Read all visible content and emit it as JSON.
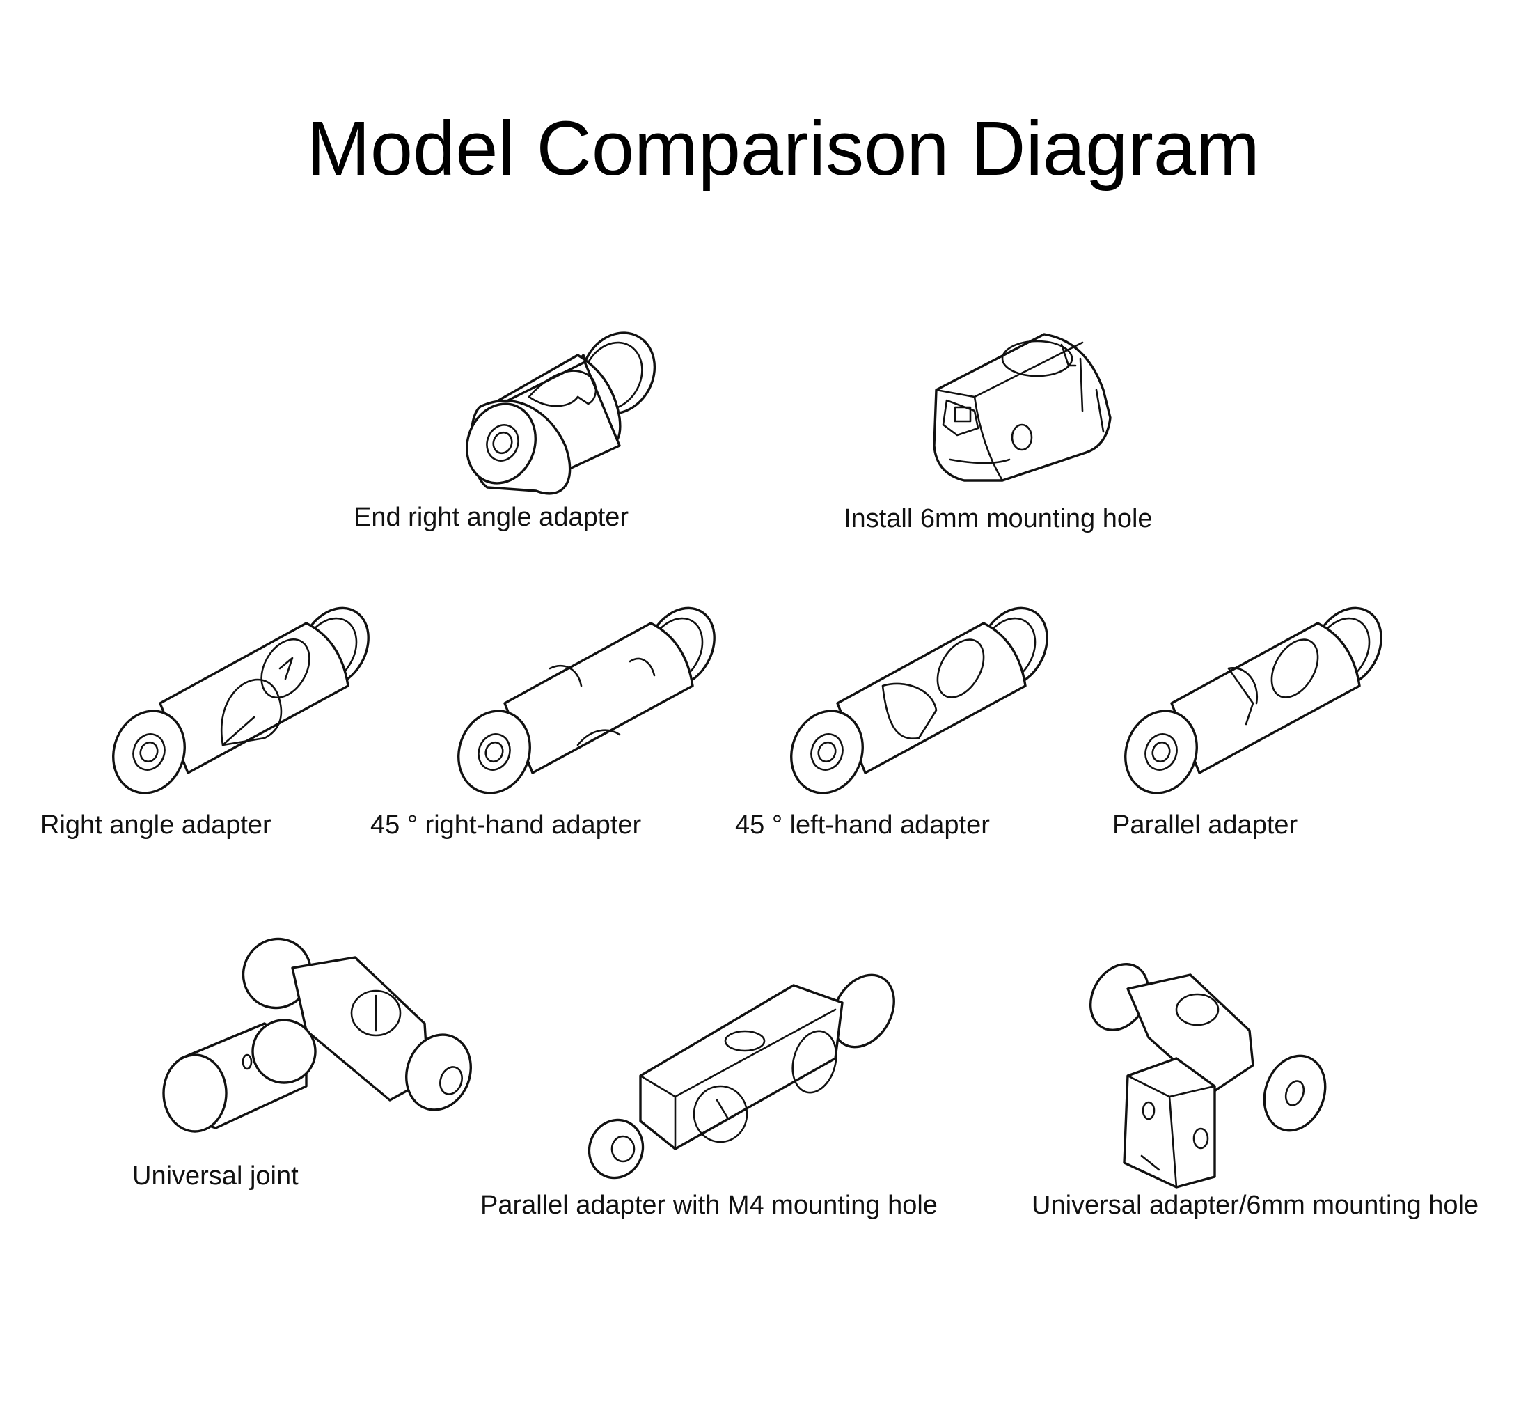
{
  "title": "Model Comparison Diagram",
  "items": [
    {
      "label": "End right angle adapter"
    },
    {
      "label": "Install 6mm mounting hole"
    },
    {
      "label": "Right angle adapter"
    },
    {
      "label": "45 ° right-hand adapter"
    },
    {
      "label": "45 ° left-hand adapter"
    },
    {
      "label": "Parallel adapter"
    },
    {
      "label": "Universal joint"
    },
    {
      "label": "Parallel adapter with M4 mounting hole"
    },
    {
      "label": "Universal adapter/6mm mounting hole"
    }
  ],
  "colors": {
    "background": "#ffffff",
    "line": "#111111",
    "text": "#000000"
  }
}
